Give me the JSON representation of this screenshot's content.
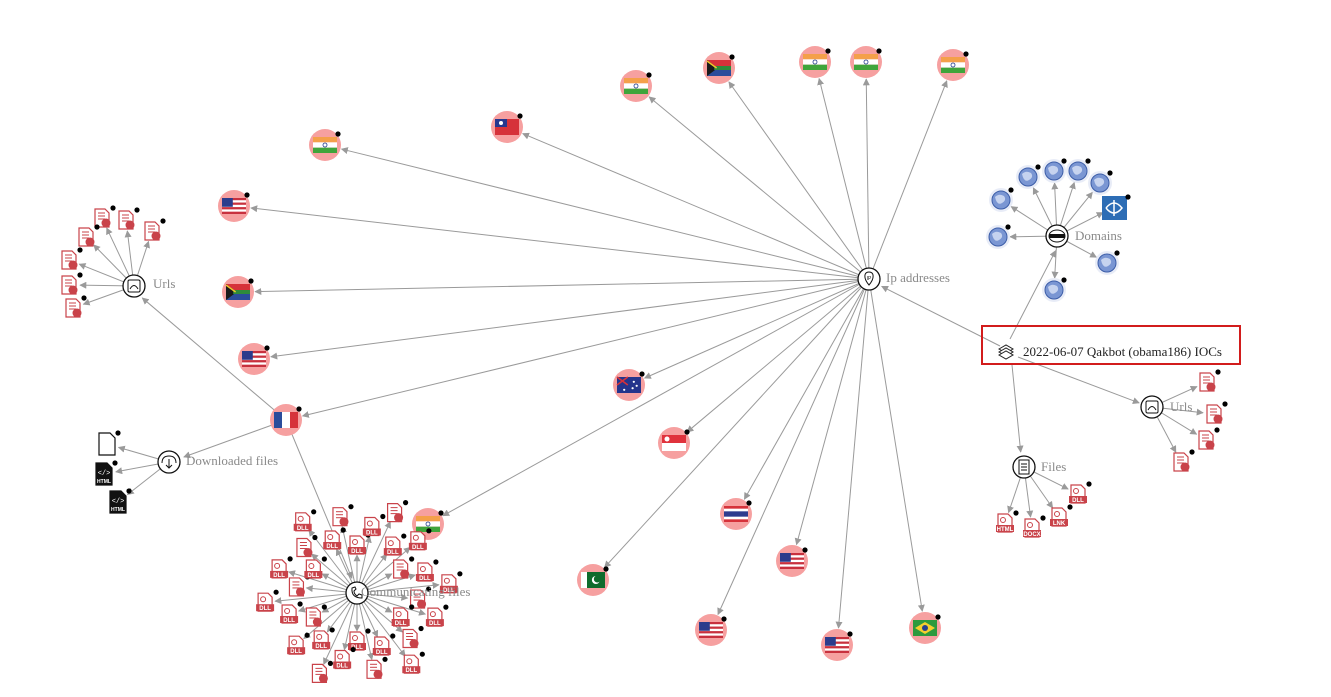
{
  "graph": {
    "root": {
      "label": "2022-06-07 Qakbot (obama186) IOCs",
      "icon": "stack-icon"
    },
    "groups": {
      "ip_addresses": {
        "label": "Ip addresses",
        "icon": "ip-pin-icon"
      },
      "domains": {
        "label": "Domains",
        "icon": "www-globe-icon"
      },
      "urls_left": {
        "label": "Urls",
        "icon": "web-page-icon"
      },
      "urls_right": {
        "label": "Urls",
        "icon": "web-page-icon"
      },
      "files": {
        "label": "Files",
        "icon": "document-icon"
      },
      "downloaded_files": {
        "label": "Downloaded files",
        "icon": "download-cloud-icon"
      },
      "communicating_files": {
        "label": "Communicating files",
        "icon": "phone-signal-icon"
      }
    },
    "ip_flags": [
      "india",
      "south-africa",
      "india",
      "india",
      "india",
      "taiwan",
      "india",
      "usa",
      "south-africa",
      "usa",
      "france",
      "india",
      "australia",
      "singapore",
      "thailand",
      "usa",
      "pakistan",
      "usa",
      "usa",
      "brazil"
    ],
    "file_types": {
      "dll": "DLL",
      "html": "HTML",
      "docx": "DOCX",
      "lnk": "LNK"
    },
    "colors": {
      "node_halo": "#f6a0a0",
      "file_red": "#c9434a",
      "edge": "#9a9a9a",
      "highlight_box": "#d21c1c",
      "domain_blue": "#2d6db5"
    }
  }
}
